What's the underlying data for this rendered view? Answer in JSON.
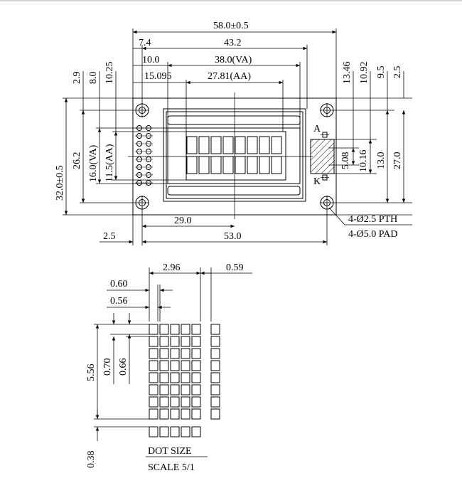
{
  "header_divider": true,
  "board": {
    "dims_top": {
      "overall_width": "58.0±0.5",
      "pad_to_pad": "43.2",
      "view_area": "38.0(VA)",
      "active_area": "27.81(AA)",
      "left_74": "7.4",
      "left_100": "10.0",
      "left_15095": "15.095"
    },
    "dims_left": {
      "overall_height": "32.0±0.5",
      "pad_to_pad": "26.2",
      "view_area": "16.0(VA)",
      "active_area": "11.5(AA)",
      "top_29": "2.9",
      "top_80": "8.0",
      "top_1025": "10.25"
    },
    "dims_right": {
      "d1346": "13.46",
      "d1092": "10.92",
      "d95": "9.5",
      "d25": "2.5",
      "d508": "5.08",
      "d1016": "10.16",
      "d130": "13.0",
      "d270": "27.0"
    },
    "dims_bottom": {
      "center_290": "29.0",
      "pad_530": "53.0",
      "edge_25": "2.5"
    },
    "holes_note_1": "4-Ø2.5 PTH",
    "holes_note_2": "4-Ø5.0 PAD",
    "anode_label": "A",
    "cathode_label": "K"
  },
  "dot_detail": {
    "char_width": "2.96",
    "char_gap": "0.59",
    "dot_pitch_w": "0.60",
    "dot_w": "0.56",
    "char_height": "5.56",
    "dot_pitch_h": "0.70",
    "dot_h": "0.66",
    "cursor_gap": "0.38",
    "caption": "DOT SIZE",
    "scale": "SCALE 5/1"
  }
}
